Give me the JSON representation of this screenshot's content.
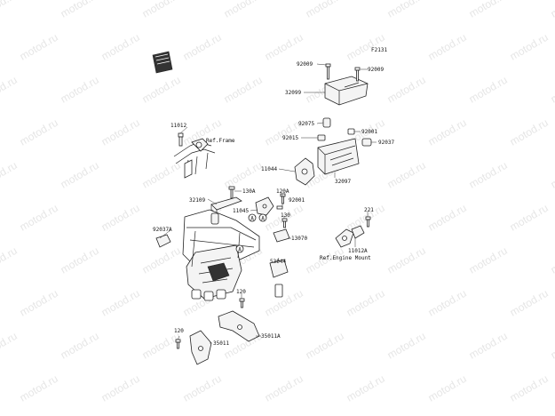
{
  "diagram": {
    "figure_code": "F2131",
    "watermark_text": "motod.ru",
    "colors": {
      "ink": "#222222",
      "watermark": "#e6e6e6",
      "background": "#ffffff"
    },
    "icons": {
      "reference_book": "book-icon"
    },
    "labels": {
      "p92009_top": "92009",
      "p92009_right": "92009",
      "p32099": "32099",
      "p92075": "92075",
      "p92001_right": "92001",
      "p92015": "92015",
      "p92037": "92037",
      "p11012": "11012",
      "ref_frame": "Ref.Frame",
      "p11044": "11044",
      "p32097": "32097",
      "p130A": "130A",
      "p120A": "120A",
      "p92001_mid": "92001",
      "p32109": "32109",
      "p11045": "11045",
      "p130": "130",
      "p221": "221",
      "p92037A": "92037A",
      "p13070": "13070",
      "p11012A": "11012A",
      "ref_engine_mount": "Ref.Engine Mount",
      "p53044": "53044",
      "p120_mid": "120",
      "p35011A": "35011A",
      "p120_bottom": "120",
      "p35011": "35011",
      "marker_A_1": "A",
      "marker_A_2": "A",
      "marker_A_3": "A"
    }
  }
}
